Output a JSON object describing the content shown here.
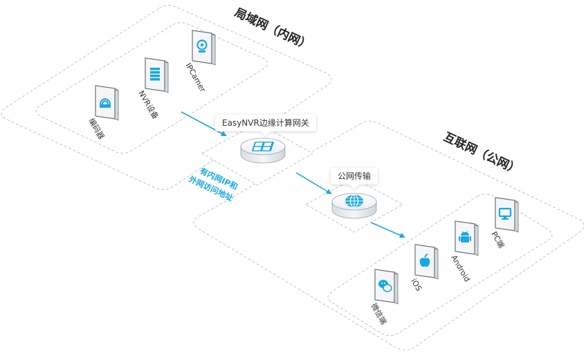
{
  "lan": {
    "title": "局域网（内网）"
  },
  "internet": {
    "title": "互联网（公网）"
  },
  "lan_devices": [
    {
      "id": "encoder",
      "label": "编码器",
      "icon": "router-icon"
    },
    {
      "id": "nvr",
      "label": "NVR设备",
      "icon": "server-rack-icon"
    },
    {
      "id": "ipcamera",
      "label": "IPCamer",
      "icon": "webcam-icon"
    }
  ],
  "gateway": {
    "label": "EasyNVR边缘计算网关",
    "icon": "grid-tiles-icon"
  },
  "gateway_note": {
    "line1": "有内网IP和",
    "line2": "外网访问地址"
  },
  "transport": {
    "label": "公网传输",
    "icon": "globe-icon"
  },
  "clients": [
    {
      "id": "wechat",
      "label": "微信端",
      "icon": "wechat-icon"
    },
    {
      "id": "ios",
      "label": "iOS",
      "icon": "apple-icon"
    },
    {
      "id": "android",
      "label": "Android",
      "icon": "android-icon"
    },
    {
      "id": "pc",
      "label": "PC端",
      "icon": "monitor-icon"
    }
  ],
  "colors": {
    "accent": "#1aa8e0",
    "zone_border": "#b9c4cc",
    "device_fill": "#f5f6f7",
    "device_stroke": "#6b7278",
    "title_text": "#222222"
  }
}
